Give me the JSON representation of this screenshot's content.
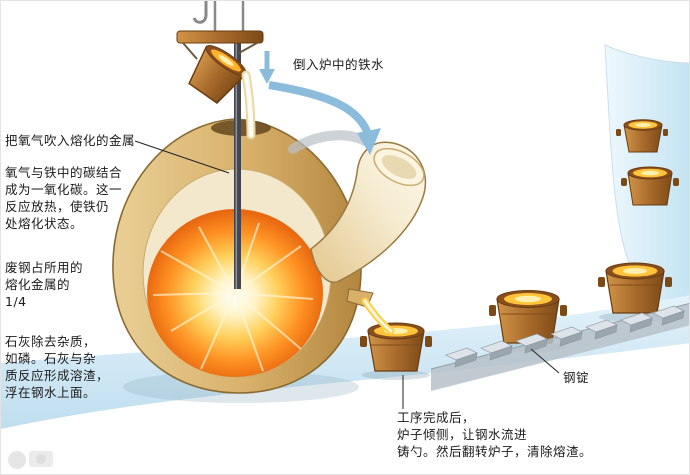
{
  "diagram": {
    "type": "steelmaking-basic-oxygen-furnace-process",
    "labels": {
      "pour_iron": "倒入炉中的铁水",
      "blow_oxygen": "把氧气吹入熔化的金属",
      "oxygen_reaction": "氧气与铁中的碳结合\n成为一氧化碳。这一\n反应放热，使铁仍\n处熔化状态。",
      "scrap": "废钢占所用的\n熔化金属的\n1/4",
      "lime": "石灰除去杂质，\n如磷。石灰与杂\n质反应形成溶渣，\n浮在钢水上面。",
      "process_complete": "工序完成后，\n炉子倾侧，让钢水流进\n铸勺。然后翻转炉子，清除熔渣。",
      "ingot": "钢锭"
    },
    "colors": {
      "background": "#ffffff",
      "band_blue": "#cfe7f5",
      "arrow_blue": "#8cbcdc",
      "furnace_shell": "#d8b06a",
      "furnace_lining": "#f4e8cc",
      "fire_core": "#ffffff",
      "fire_mid": "#ffb13b",
      "fire_edge": "#e05a08",
      "pot_brown": "#a96b2c",
      "molten_yellow": "#ffc43a",
      "ingot_gray": "#aab4bd",
      "text": "#1a1a1a"
    }
  }
}
